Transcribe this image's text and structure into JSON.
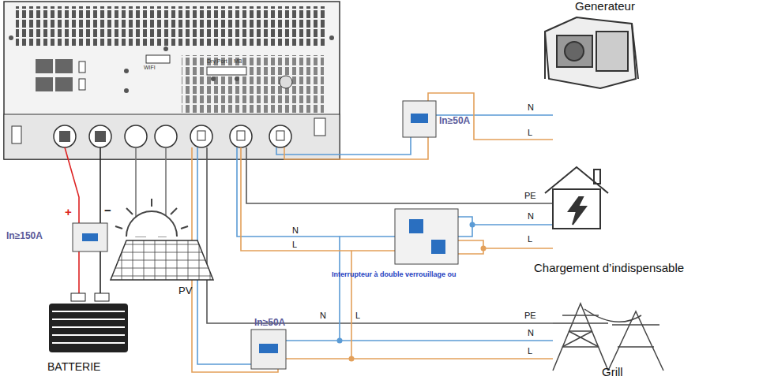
{
  "diagram": {
    "labels": [
      "Generateur",
      "N",
      "L",
      "In≥50A",
      "PE",
      "N",
      "L",
      "Chargement d’indispensable",
      "Interrupteur à double verrouillage ou",
      "N",
      "L",
      "N",
      "L",
      "PE",
      "N",
      "L",
      "Grill",
      "In≥50A",
      "In≥150A",
      "+",
      "−",
      "PV",
      "BATTERIE",
      "WIFI",
      "Dry Port",
      "MB"
    ]
  }
}
